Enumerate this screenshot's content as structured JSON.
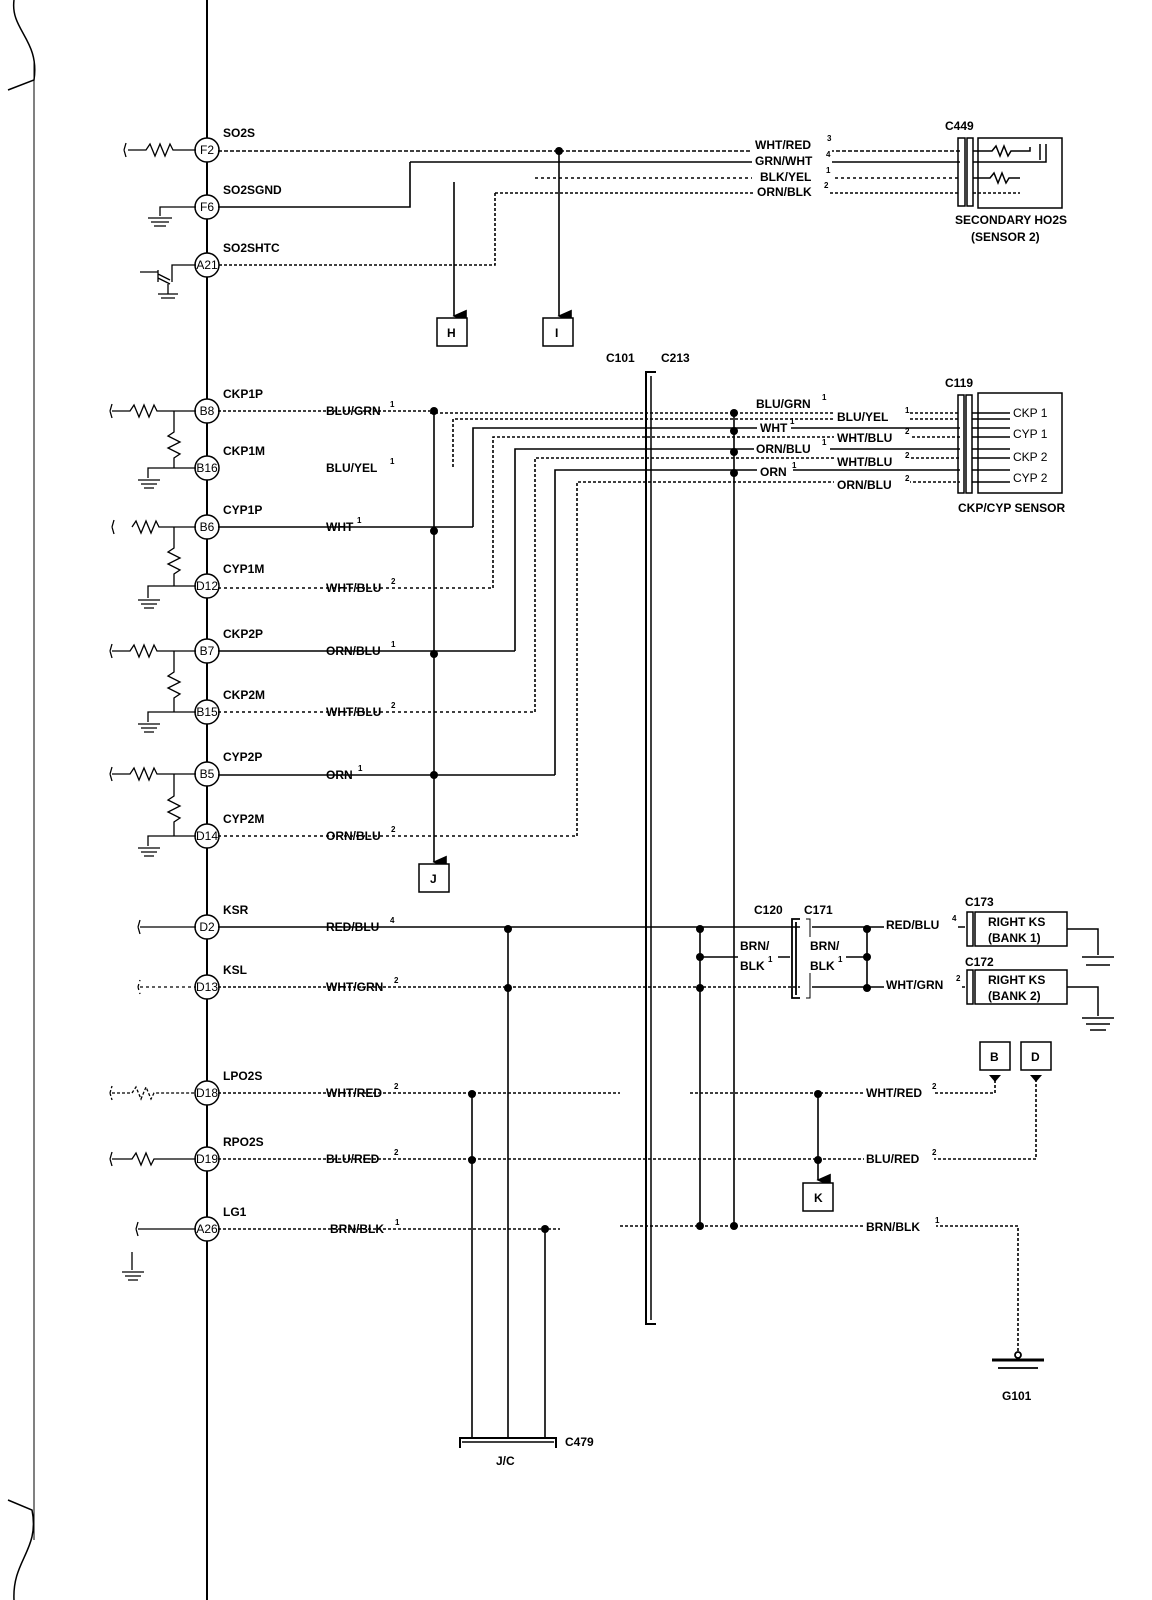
{
  "pins": [
    {
      "id": "F2",
      "signal": "SO2S"
    },
    {
      "id": "F6",
      "signal": "SO2SGND"
    },
    {
      "id": "A21",
      "signal": "SO2SHTC"
    },
    {
      "id": "B8",
      "signal": "CKP1P"
    },
    {
      "id": "B16",
      "signal": "CKP1M"
    },
    {
      "id": "B6",
      "signal": "CYP1P"
    },
    {
      "id": "D12",
      "signal": "CYP1M"
    },
    {
      "id": "B7",
      "signal": "CKP2P"
    },
    {
      "id": "B15",
      "signal": "CKP2M"
    },
    {
      "id": "B5",
      "signal": "CYP2P"
    },
    {
      "id": "D14",
      "signal": "CYP2M"
    },
    {
      "id": "D2",
      "signal": "KSR"
    },
    {
      "id": "D13",
      "signal": "KSL"
    },
    {
      "id": "D18",
      "signal": "LPO2S"
    },
    {
      "id": "D19",
      "signal": "RPO2S"
    },
    {
      "id": "A26",
      "signal": "LG1"
    }
  ],
  "left_wires": [
    {
      "text": "BLU/GRN",
      "sup": "1"
    },
    {
      "text": "BLU/YEL",
      "sup": "1"
    },
    {
      "text": "WHT",
      "sup": "1"
    },
    {
      "text": "WHT/BLU",
      "sup": "2"
    },
    {
      "text": "ORN/BLU",
      "sup": "1"
    },
    {
      "text": "WHT/BLU",
      "sup": "2"
    },
    {
      "text": "ORN",
      "sup": "1"
    },
    {
      "text": "ORN/BLU",
      "sup": "2"
    },
    {
      "text": "RED/BLU",
      "sup": "4"
    },
    {
      "text": "WHT/GRN",
      "sup": "2"
    },
    {
      "text": "WHT/RED",
      "sup": "2"
    },
    {
      "text": "BLU/RED",
      "sup": "2"
    },
    {
      "text": "BRN/BLK",
      "sup": "1"
    }
  ],
  "sensor_wires": [
    {
      "text": "WHT/RED",
      "sup": "3"
    },
    {
      "text": "GRN/WHT",
      "sup": "4"
    },
    {
      "text": "BLK/YEL",
      "sup": "1"
    },
    {
      "text": "ORN/BLK",
      "sup": "2"
    }
  ],
  "ckp_wires": [
    {
      "text": "BLU/GRN",
      "sup": "1"
    },
    {
      "text": "BLU/YEL",
      "sup": "1"
    },
    {
      "text": "WHT",
      "sup": "1"
    },
    {
      "text": "WHT/BLU",
      "sup": "2"
    },
    {
      "text": "ORN/BLU",
      "sup": "1"
    },
    {
      "text": "WHT/BLU",
      "sup": "2"
    },
    {
      "text": "ORN",
      "sup": "1"
    },
    {
      "text": "ORN/BLU",
      "sup": "2"
    }
  ],
  "ks_wires": {
    "red_blu": {
      "text": "RED/BLU",
      "sup": "4"
    },
    "wht_grn": {
      "text": "WHT/GRN",
      "sup": "2"
    },
    "brn_blk_a": {
      "text": "BRN/",
      "text2": "BLK",
      "sup": "1"
    },
    "brn_blk_b": {
      "text": "BRN/",
      "text2": "BLK",
      "sup": "1"
    }
  },
  "right_wires": {
    "wht_red": {
      "text": "WHT/RED",
      "sup": "2"
    },
    "blu_red": {
      "text": "BLU/RED",
      "sup": "2"
    },
    "brn_blk": {
      "text": "BRN/BLK",
      "sup": "1"
    }
  },
  "connectors": {
    "c449": "C449",
    "c119": "C119",
    "c101": "C101",
    "c213": "C213",
    "c120": "C120",
    "c171": "C171",
    "c173": "C173",
    "c172": "C172",
    "c479": "C479",
    "jc": "J/C",
    "g101": "G101"
  },
  "components": {
    "secondary_ho2s_1": "SECONDARY HO2S",
    "secondary_ho2s_2": "(SENSOR 2)",
    "ckp_cyp_sensor": "CKP/CYP SENSOR",
    "ckp_labels": [
      "CKP 1",
      "CYP 1",
      "CKP 2",
      "CYP 2"
    ],
    "ks_bank1_1": "RIGHT KS",
    "ks_bank1_2": "(BANK 1)",
    "ks_bank2_1": "RIGHT KS",
    "ks_bank2_2": "(BANK 2)"
  },
  "refs": {
    "h": "H",
    "i": "I",
    "j": "J",
    "k": "K",
    "b": "B",
    "d": "D"
  }
}
